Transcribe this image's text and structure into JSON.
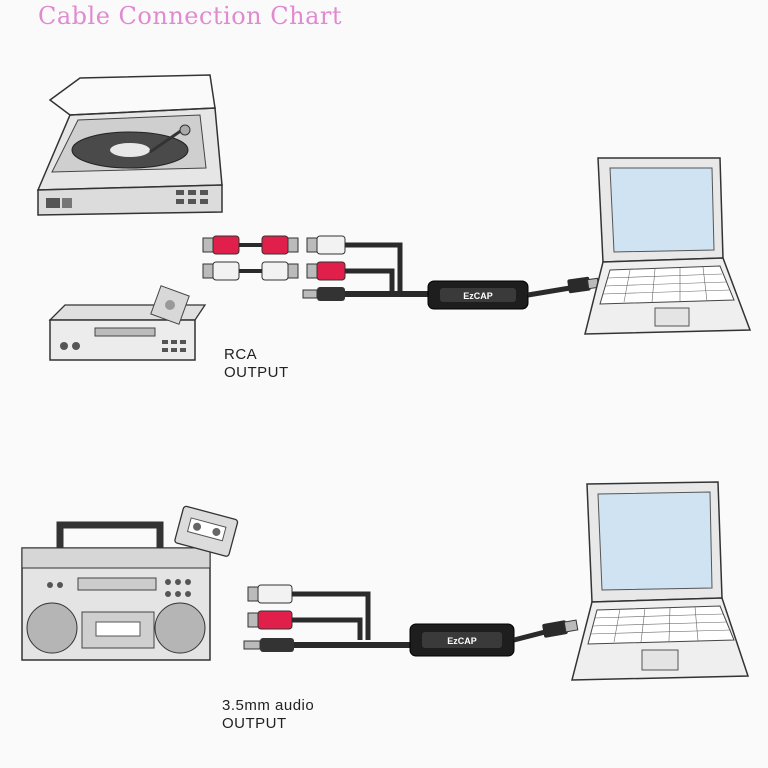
{
  "title": "Cable Connection Chart",
  "device_label": "EzCAP",
  "labels": {
    "rca": [
      "RCA",
      "OUTPUT"
    ],
    "aux": [
      "3.5mm audio",
      "OUTPUT"
    ]
  },
  "colors": {
    "title": "#e08ad0",
    "rca_red": "#e0204a",
    "rca_white": "#f2f2f2",
    "cable": "#2a2a2a",
    "screen": "#cfe3f2"
  }
}
